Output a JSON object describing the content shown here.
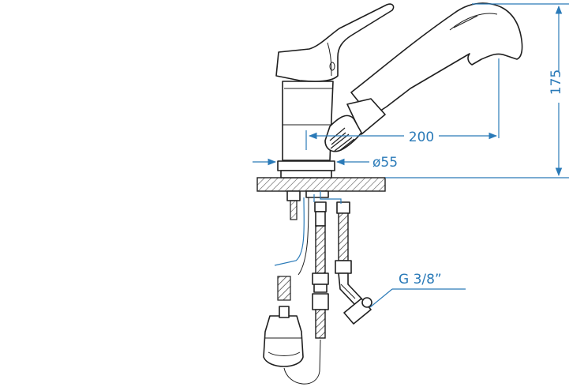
{
  "dimensions": {
    "height_label": "175",
    "reach_label": "200",
    "base_diameter_label": "ø55",
    "thread_label": "G 3/8”"
  },
  "colors": {
    "dimension": "#2a7ab8",
    "hot": "#2a7ab8",
    "cold": "#3aa7a0",
    "outline": "#1f1f1f",
    "counter_hatch": "#8a8a8a"
  }
}
